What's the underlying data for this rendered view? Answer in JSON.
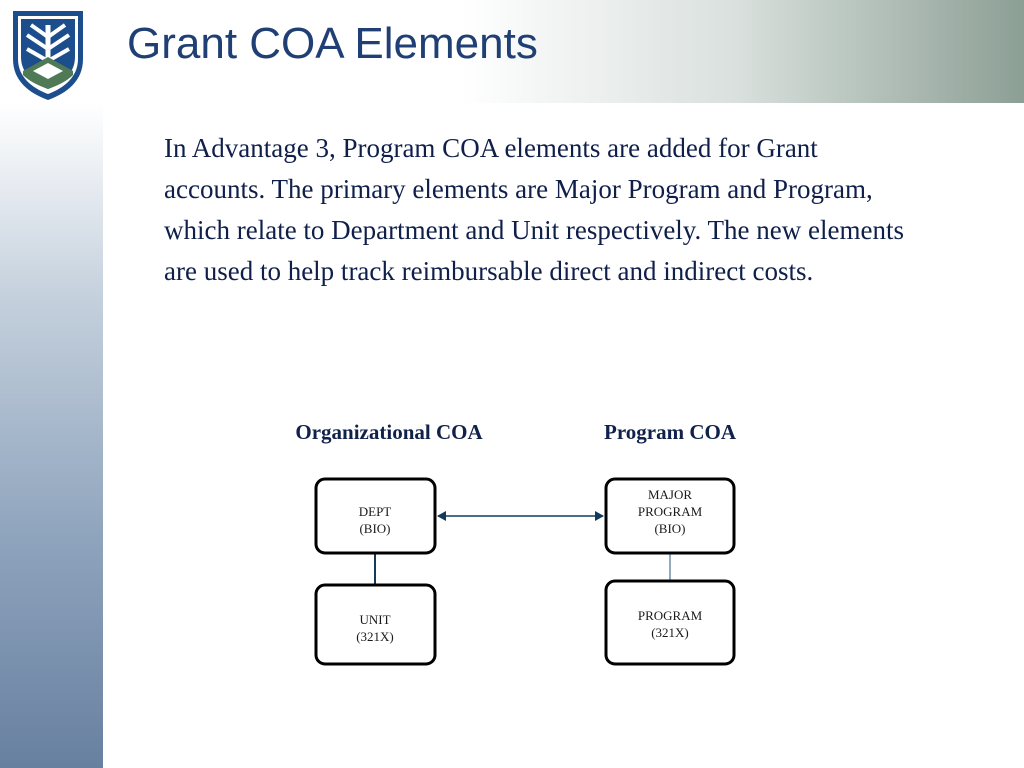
{
  "slide": {
    "title": "Grant COA Elements",
    "body": "In Advantage 3, Program COA elements are added for Grant accounts.  The primary elements are Major Program and Program, which relate to  Department and Unit respectively.  The new elements are used to help track reimbursable direct and indirect costs."
  },
  "diagram": {
    "left_heading": "Organizational COA",
    "right_heading": "Program COA",
    "nodes": {
      "dept": [
        "DEPT",
        "(BIO)"
      ],
      "unit": [
        "UNIT",
        "(321X)"
      ],
      "major_program": [
        "MAJOR",
        "PROGRAM",
        "(BIO)"
      ],
      "program": [
        "PROGRAM",
        "(321X)"
      ]
    },
    "edges": [
      {
        "from": "dept",
        "to": "unit",
        "type": "line"
      },
      {
        "from": "major_program",
        "to": "program",
        "type": "line"
      },
      {
        "from": "dept",
        "to": "major_program",
        "type": "double-arrow"
      }
    ]
  },
  "colors": {
    "title": "#1f3f75",
    "body_text": "#0f1f4a",
    "connector": "#123a5c",
    "logo_blue": "#1c4d8c",
    "logo_green": "#4f7a55"
  },
  "logo": {
    "icon": "tree-shield-logo"
  }
}
